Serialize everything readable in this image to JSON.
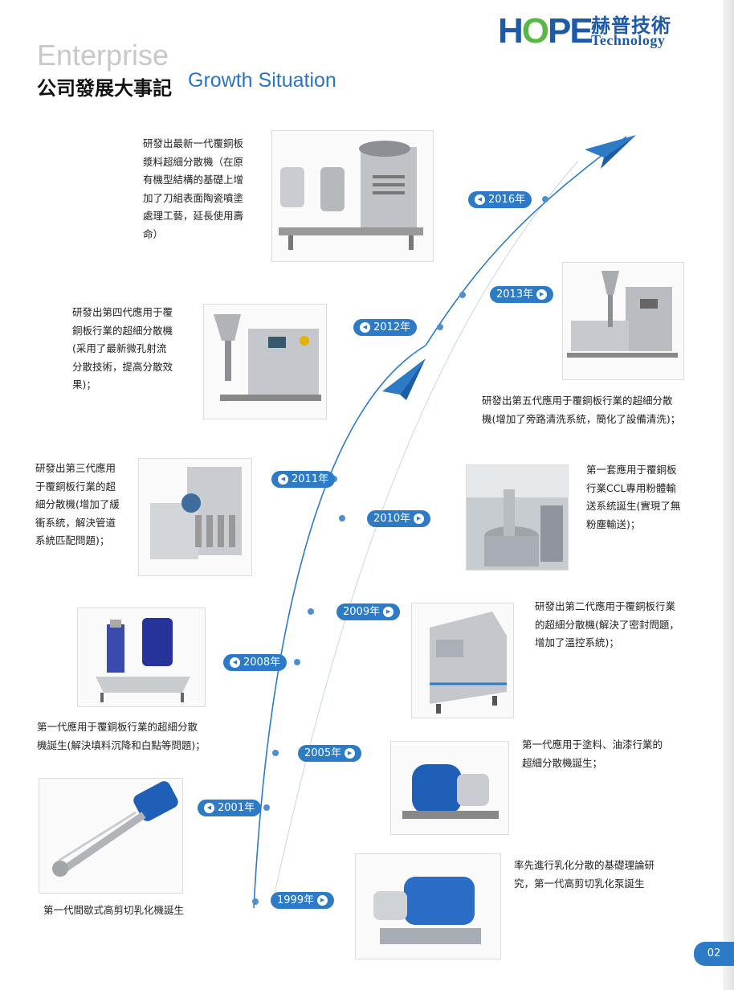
{
  "logo": {
    "word": [
      "H",
      "O",
      "P",
      "E"
    ],
    "chinese": "赫普技術",
    "english": "Technology"
  },
  "header": {
    "enterprise": "Enterprise",
    "title_cn": "公司發展大事記",
    "title_en": "Growth Situation"
  },
  "timeline": [
    {
      "year": "2016年",
      "arrow": "left",
      "description": "研發出最新一代覆銅板\n漿料超細分散機（在原\n有機型結構的基礎上增\n加了刀組表面陶瓷噴塗\n處理工藝，延長使用壽\n命）"
    },
    {
      "year": "2013年",
      "arrow": "right",
      "description": "研發出第五代應用于覆銅板行業的超細分散\n機(增加了旁路清洗系統，簡化了設備清洗)；"
    },
    {
      "year": "2012年",
      "arrow": "left",
      "description": "研發出第四代應用于覆\n銅板行業的超細分散機\n(采用了最新微孔射流\n分散技術，提高分散效\n果)；"
    },
    {
      "year": "2011年",
      "arrow": "left",
      "description": "研發出第三代應用\n于覆銅板行業的超\n細分散機(增加了緩\n衝系統，解決管道\n系統匹配問題)；"
    },
    {
      "year": "2010年",
      "arrow": "right",
      "description": "第一套應用于覆銅板\n行業CCL專用粉體輸\n送系統誕生(實現了無\n粉塵輸送)；"
    },
    {
      "year": "2009年",
      "arrow": "right",
      "description": "研發出第二代應用于覆銅板行業\n的超細分散機(解決了密封問題，\n增加了溫控系統)；"
    },
    {
      "year": "2008年",
      "arrow": "left",
      "description": "第一代應用于覆銅板行業的超細分散\n機誕生(解決填料沉降和白點等問題)；"
    },
    {
      "year": "2005年",
      "arrow": "right",
      "description": "第一代應用于塗料、油漆行業的\n超細分散機誕生；"
    },
    {
      "year": "2001年",
      "arrow": "left",
      "description": "第一代間歇式高剪切乳化機誕生"
    },
    {
      "year": "1999年",
      "arrow": "right",
      "description": "率先進行乳化分散的基礎理論研\n究，第一代高剪切乳化泵誕生"
    }
  ],
  "icons": {
    "arrow_left": "chevron-left-circle-icon",
    "arrow_right": "chevron-right-circle-icon",
    "plane": "paper-plane-icon"
  },
  "colors": {
    "brand_blue": "#1f5aa8",
    "accent_blue": "#2d7ac6",
    "brand_green": "#58b846"
  },
  "page_number": "02"
}
